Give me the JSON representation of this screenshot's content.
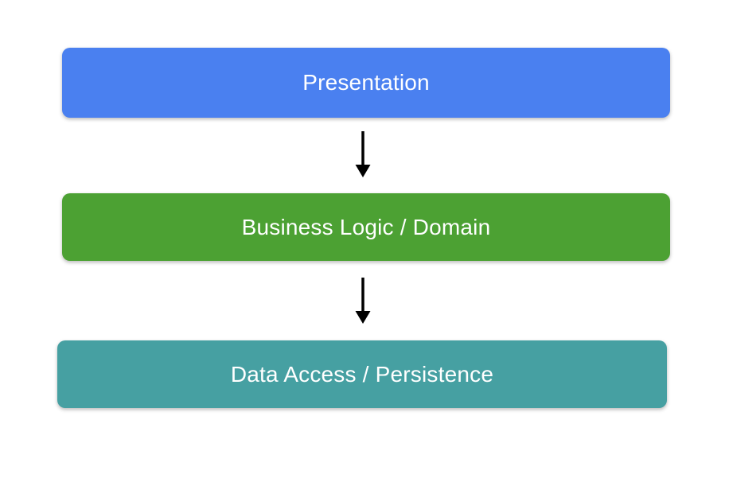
{
  "diagram": {
    "background": "#ffffff",
    "text_color": "#ffffff",
    "arrow_color": "#000000",
    "layers": [
      {
        "label": "Presentation",
        "color": "#4a80f0"
      },
      {
        "label": "Business Logic / Domain",
        "color": "#4ca133"
      },
      {
        "label": "Data Access / Persistence",
        "color": "#46a0a2"
      }
    ]
  }
}
